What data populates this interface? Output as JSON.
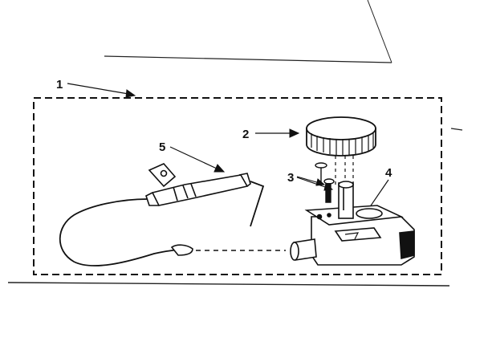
{
  "diagram": {
    "labels": {
      "assembly": "1",
      "knob": "2",
      "screws": "3",
      "valve": "4",
      "thermocouple": "5"
    }
  },
  "colors": {
    "line": "#111111",
    "background": "#ffffff"
  }
}
